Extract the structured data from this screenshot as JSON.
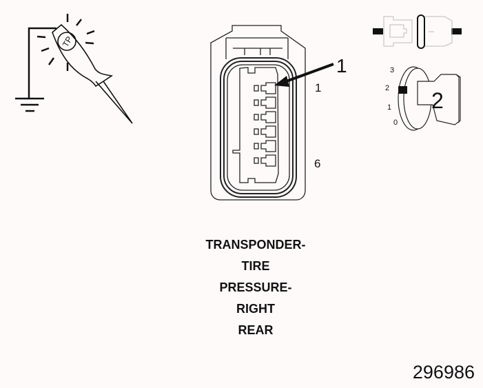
{
  "diagram": {
    "callout_number": "1",
    "pin_first": "1",
    "pin_last": "6",
    "key_position_labels": [
      "3",
      "2",
      "1",
      "0"
    ],
    "key_position_selected": "2",
    "caption_lines": [
      "TRANSPONDER-",
      "TIRE",
      "PRESSURE-",
      "RIGHT",
      "REAR"
    ],
    "figure_id": "296986",
    "pin_count": 6
  }
}
